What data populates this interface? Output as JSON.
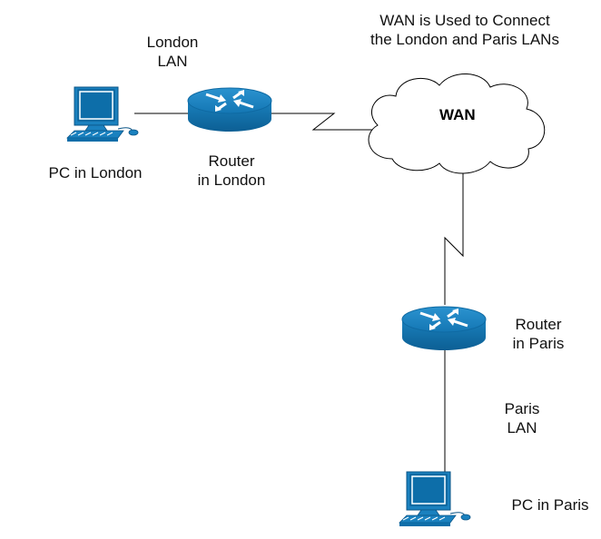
{
  "wan_caption": {
    "line1": "WAN is Used to Connect",
    "line2": "the London and Paris LANs"
  },
  "wan_cloud_label": "WAN",
  "london": {
    "lan_line1": "London",
    "lan_line2": "LAN",
    "router_line1": "Router",
    "router_line2": "in London",
    "pc_label": "PC in London"
  },
  "paris": {
    "router_line1": "Router",
    "router_line2": "in Paris",
    "lan_line1": "Paris",
    "lan_line2": "LAN",
    "pc_label": "PC in Paris"
  },
  "colors": {
    "device_blue": "#1a81bf",
    "device_dark": "#0b5587",
    "line": "#000000"
  },
  "icons": [
    "pc-icon",
    "router-icon",
    "cloud-icon",
    "serial-link-icon"
  ]
}
